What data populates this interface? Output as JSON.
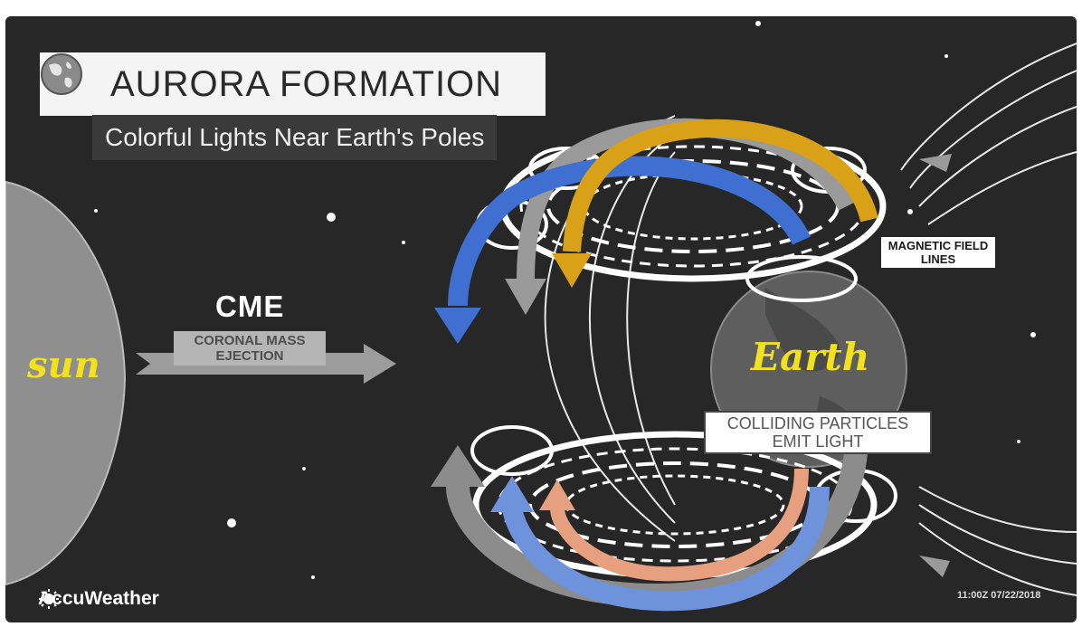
{
  "header": {
    "title": "AURORA FORMATION",
    "subtitle": "Colorful Lights Near Earth's Poles",
    "icon": "globe-icon"
  },
  "labels": {
    "sun": "sun",
    "earth": "Earth",
    "cme": "CME",
    "cme_desc": "CORONAL MASS EJECTION",
    "magnetic": "MAGNETIC FIELD LINES",
    "colliding": "COLLIDING PARTICLES EMIT LIGHT"
  },
  "footer": {
    "brand": "AccuWeather",
    "brand_icon": "sun-logo-icon",
    "timestamp": "11:00Z 07/22/2018"
  },
  "colors": {
    "background": "#272727",
    "label_yellow": "#f2e11c",
    "arrow_blue": "#3f6fd0",
    "arrow_gold": "#d8a118",
    "arrow_gray": "#9a9a9a",
    "arrow_salmon": "#e6a080"
  }
}
